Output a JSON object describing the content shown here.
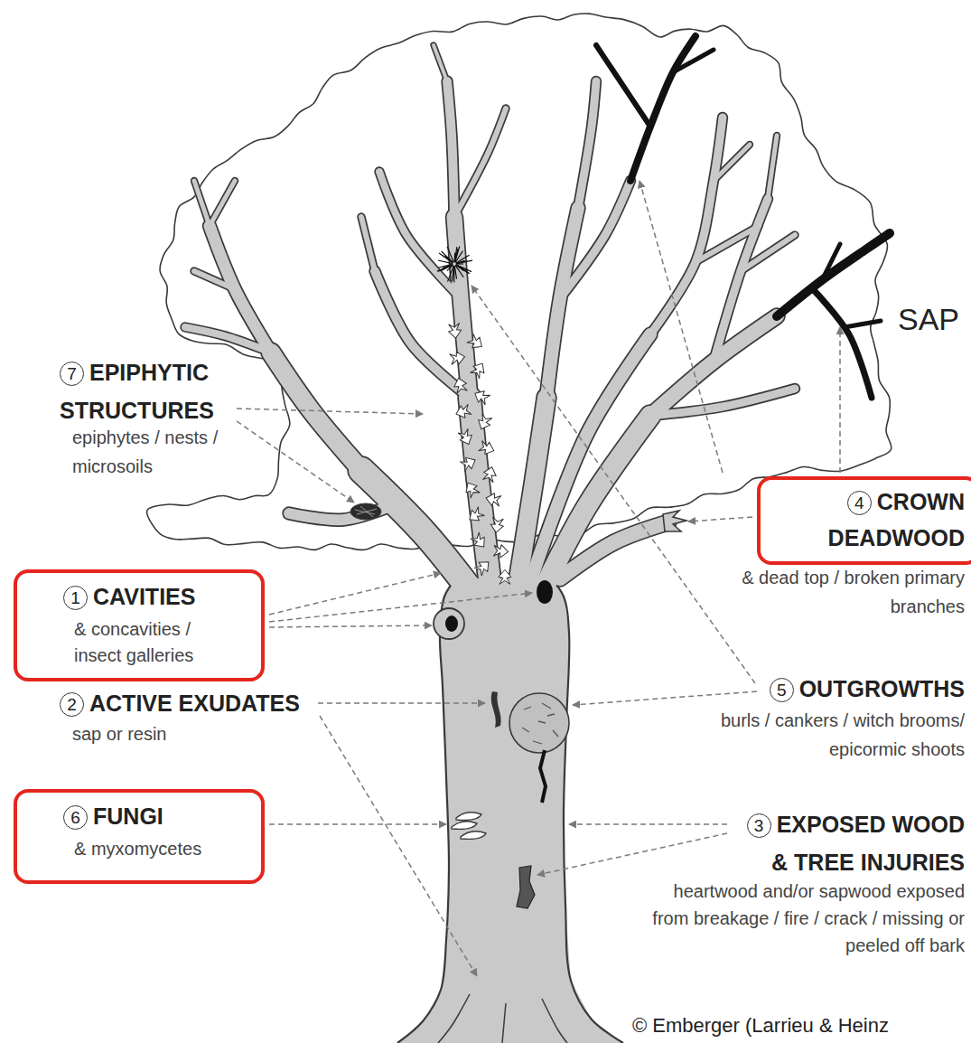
{
  "diagram": {
    "nodes": [
      {
        "text": [
          "4",
          "CROWN DEADWOOD"
        ]
      },
      {
        "text": [
          "1",
          "CAVITIES",
          "& concavities / insect galleries"
        ]
      },
      {
        "text": [
          "6",
          "FUNGI",
          "& myxomycetes"
        ]
      }
    ],
    "labels": [
      "SAP",
      "7",
      "EPIPHYTIC STRUCTURES",
      "epiphytes / nests / microsoils",
      "& dead top / broken primary branches",
      "2",
      "ACTIVE EXUDATES",
      "sap or resin",
      "5",
      "OUTGROWTHS",
      "burls / cankers / witch brooms/ epicormic shoots",
      "3",
      "EXPOSED WOOD & TREE INJURIES",
      "heartwood and/or sapwood exposed from breakage / fire / crack / missing or peeled off bark",
      "© Emberger (Larrieu & Heinz"
    ]
  }
}
